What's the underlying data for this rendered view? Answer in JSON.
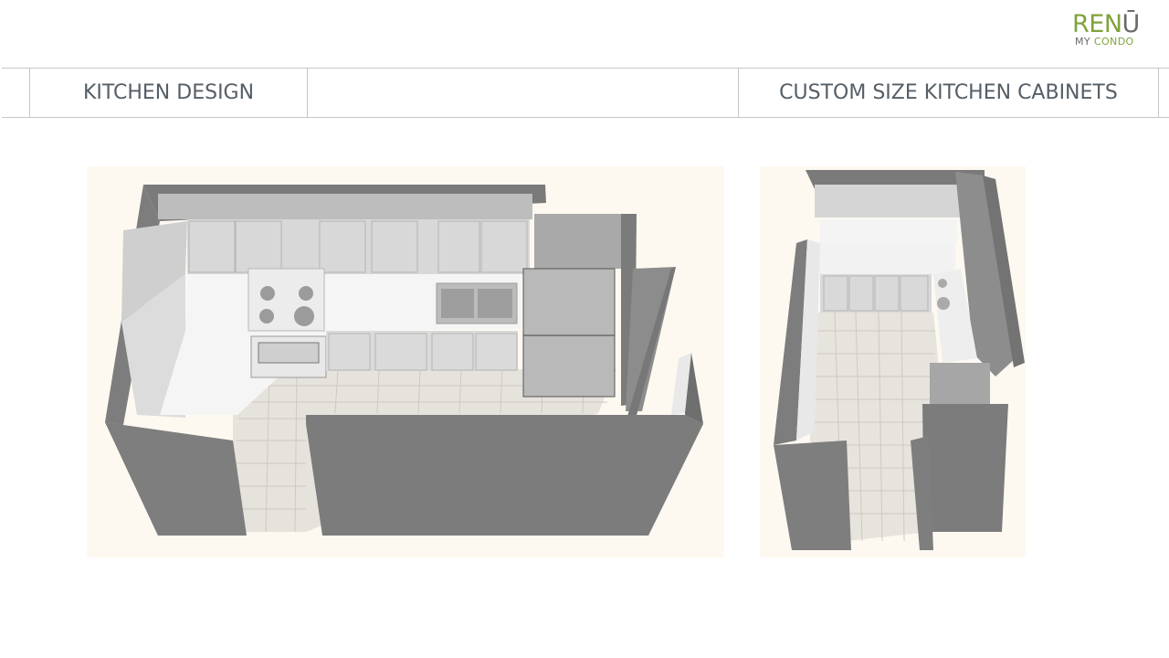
{
  "brand": {
    "logo_main_green": "REN",
    "logo_main_dark": "Ū",
    "logo_sub_dark": "MY ",
    "logo_sub_green": "CONDO",
    "colors": {
      "green": "#7fa33b",
      "gray": "#6a6a6a"
    }
  },
  "header": {
    "left_title": "KITCHEN DESIGN",
    "right_title": "CUSTOM SIZE KITCHEN CABINETS"
  },
  "images": [
    {
      "name": "u-shaped-kitchen-render",
      "description_icon": "kitchen-3d-render"
    },
    {
      "name": "galley-kitchen-render",
      "description_icon": "kitchen-3d-render"
    }
  ],
  "colors": {
    "rule": "#c7c7c7",
    "heading_text": "#555e66",
    "panel_bg": "#fdf9f1",
    "wall": "#7b7b7b",
    "cabinet": "#d6d6d6",
    "counter": "#f4f4f4",
    "floor": "#e9e5df"
  }
}
